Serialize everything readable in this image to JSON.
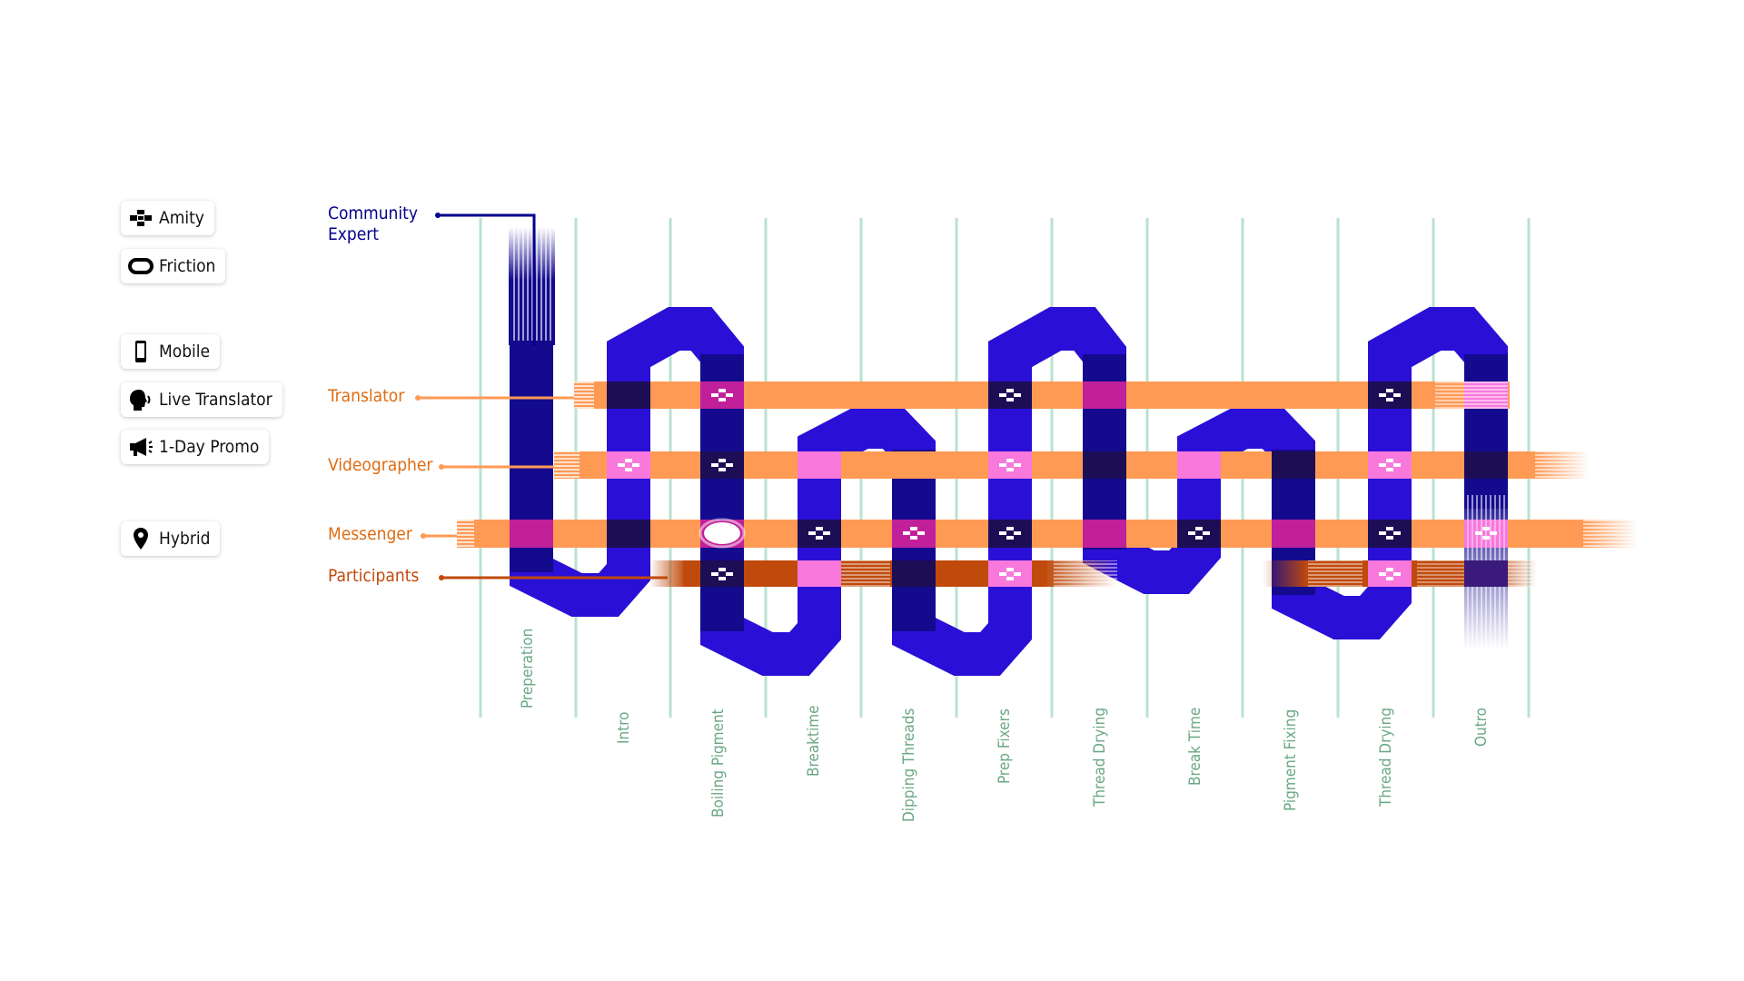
{
  "legend": {
    "amity": "Amity",
    "friction": "Friction",
    "mobile": "Mobile",
    "live_translator": "Live Translator",
    "promo": "1-Day Promo",
    "hybrid": "Hybrid"
  },
  "lanes": {
    "community_expert": [
      "Community",
      "Expert"
    ],
    "translator": "Translator",
    "videographer": "Videographer",
    "messenger": "Messenger",
    "participants": "Participants"
  },
  "stages": [
    "Preperation",
    "Intro",
    "Boiling Pigment",
    "Breaktime",
    "Dipping Threads",
    "Prep Fixers",
    "Thread Drying",
    "Break Time",
    "Pigment Fixing",
    "Thread Drying",
    "Outro"
  ],
  "colors": {
    "expert": "#00008b",
    "thread_blue": "#2a0fd6",
    "thread_dark": "#140a8e",
    "translator": "#ff9a55",
    "participants": "#c04a0c",
    "lane_text": "#e06b10",
    "participants_text": "#c04a0c",
    "grid": "#b9e3cd",
    "stage_text": "#6aa784",
    "pink": "#f878dc",
    "magenta": "#c2209a",
    "crossing_dark": "#1c0d55"
  }
}
